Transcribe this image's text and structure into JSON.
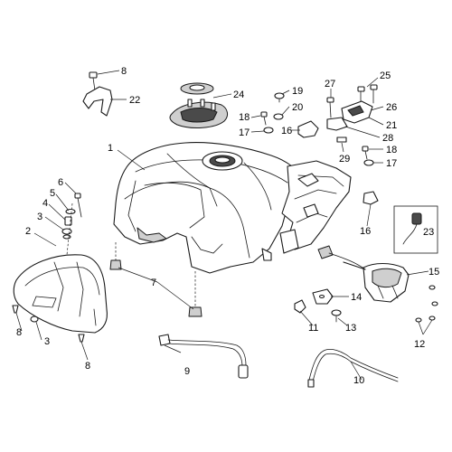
{
  "diagram": {
    "type": "exploded-parts-diagram",
    "callouts": [
      {
        "id": "c1",
        "text": "1"
      },
      {
        "id": "c2",
        "text": "2"
      },
      {
        "id": "c3a",
        "text": "3"
      },
      {
        "id": "c3b",
        "text": "3"
      },
      {
        "id": "c4",
        "text": "4"
      },
      {
        "id": "c5",
        "text": "5"
      },
      {
        "id": "c6",
        "text": "6"
      },
      {
        "id": "c7",
        "text": "7"
      },
      {
        "id": "c8a",
        "text": "8"
      },
      {
        "id": "c8b",
        "text": "8"
      },
      {
        "id": "c8c",
        "text": "8"
      },
      {
        "id": "c9",
        "text": "9"
      },
      {
        "id": "c10",
        "text": "10"
      },
      {
        "id": "c11",
        "text": "11"
      },
      {
        "id": "c12",
        "text": "12"
      },
      {
        "id": "c13",
        "text": "13"
      },
      {
        "id": "c14",
        "text": "14"
      },
      {
        "id": "c15",
        "text": "15"
      },
      {
        "id": "c16a",
        "text": "16"
      },
      {
        "id": "c16b",
        "text": "16"
      },
      {
        "id": "c17a",
        "text": "17"
      },
      {
        "id": "c17b",
        "text": "17"
      },
      {
        "id": "c18a",
        "text": "18"
      },
      {
        "id": "c18b",
        "text": "18"
      },
      {
        "id": "c19",
        "text": "19"
      },
      {
        "id": "c20",
        "text": "20"
      },
      {
        "id": "c21",
        "text": "21"
      },
      {
        "id": "c22",
        "text": "22"
      },
      {
        "id": "c23",
        "text": "23"
      },
      {
        "id": "c24",
        "text": "24"
      },
      {
        "id": "c25",
        "text": "25"
      },
      {
        "id": "c26",
        "text": "26"
      },
      {
        "id": "c27",
        "text": "27"
      },
      {
        "id": "c28",
        "text": "28"
      },
      {
        "id": "c29",
        "text": "29"
      }
    ]
  }
}
